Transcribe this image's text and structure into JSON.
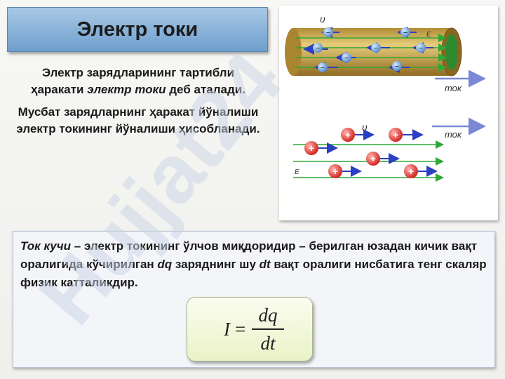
{
  "slide": {
    "title": "Электр токи"
  },
  "intro": {
    "p1_a": "Электр зарядларининг тартибли ҳаракати ",
    "p1_em": "электр токи",
    "p1_b": " деб аталади.",
    "p2": "Мусбат зарядларнинг ҳаракат йўналиши электр токининг йўналиши ҳисобланади."
  },
  "figure": {
    "velocity_label": "υ",
    "field_label": "E",
    "current_label": "ток",
    "negative_sign": "−",
    "positive_sign": "+"
  },
  "definition": {
    "term": "Ток кучи",
    "part1": " – электр токининг ўлчов миқдоридир – берилган юзадан кичик вақт оралигида кўчирилган ",
    "dq": "dq",
    "part2": " заряднинг шу ",
    "dt": "dt",
    "part3": " вақт оралиги нисбатига тенг скаляр физик катталикдир."
  },
  "formula": {
    "lhs": "I",
    "eq": "=",
    "numerator": "dq",
    "denominator": "dt"
  },
  "watermark": {
    "text": "Hujjat24"
  },
  "colors": {
    "title_bg": "#8db5dc",
    "conductor": "#c9a64b",
    "electron": "#6fa0d8",
    "proton": "#e23b36",
    "field_line": "#2fa836",
    "current_arrow": "#7a88d6",
    "watermark": "#c9d4e6"
  }
}
